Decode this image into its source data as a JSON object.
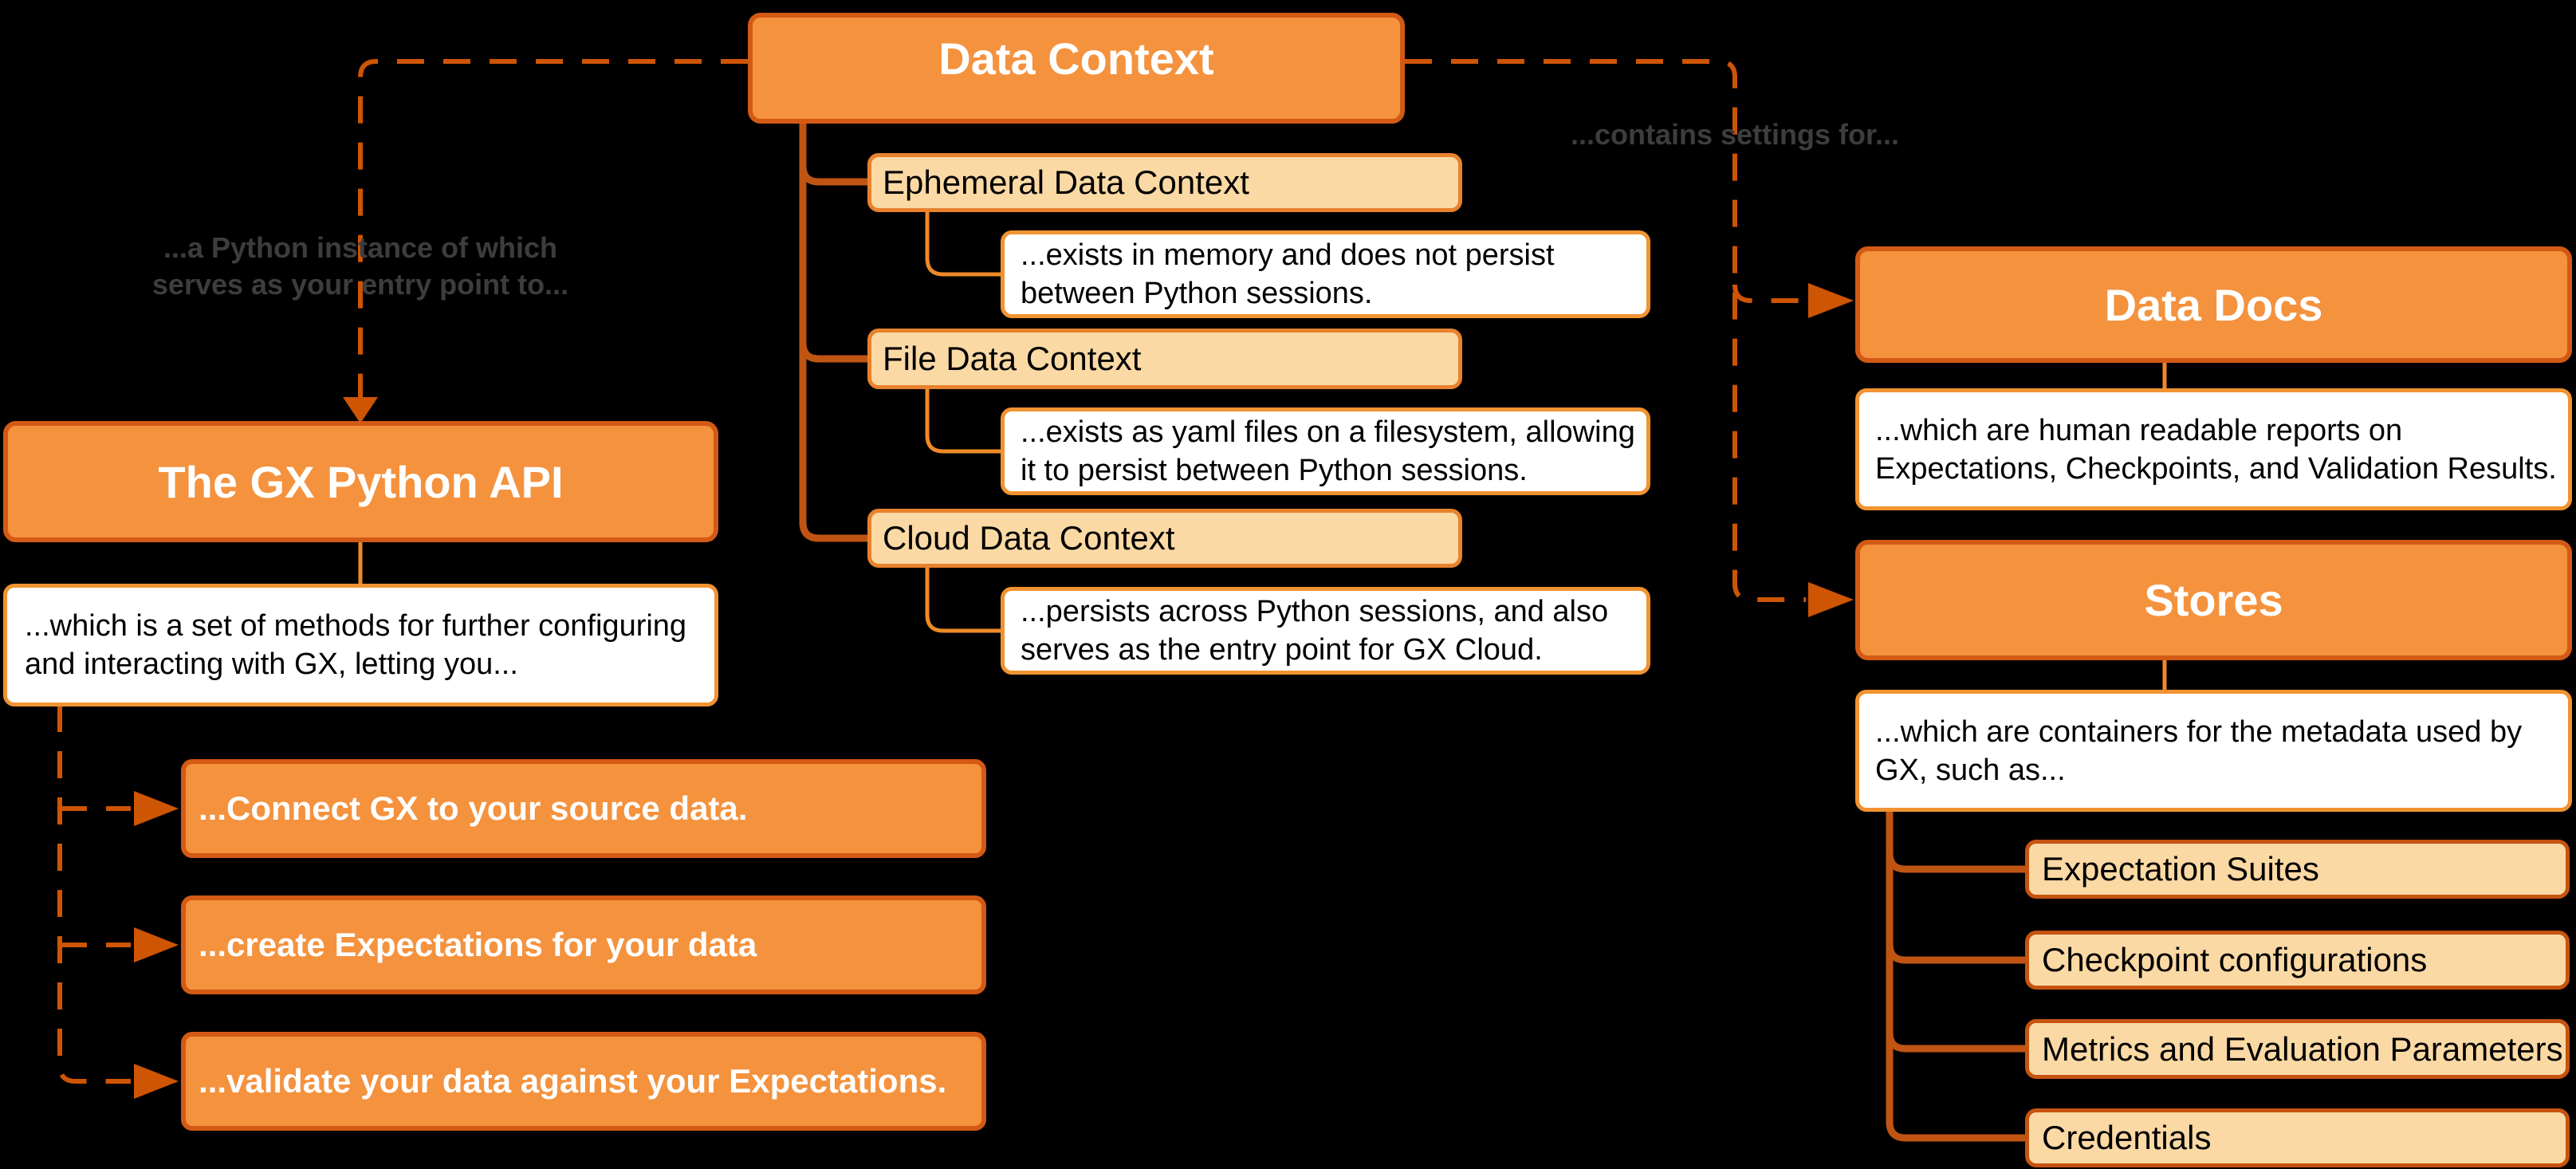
{
  "nodes": {
    "data_context": {
      "title": "Data Context"
    },
    "gx_api": {
      "title": "The GX Python API",
      "desc_lines": [
        "...which is a set of methods for further configuring",
        "and interacting with GX, letting you..."
      ]
    },
    "actions": [
      "...Connect GX to your source data.",
      "...create Expectations for your data",
      "...validate your data against your Expectations."
    ],
    "contexts": [
      {
        "label": "Ephemeral Data Context",
        "desc_lines": [
          "...exists in memory and does not persist",
          "between Python sessions."
        ]
      },
      {
        "label": "File Data Context",
        "desc_lines": [
          "...exists as yaml files on a filesystem, allowing",
          "it to persist between Python sessions."
        ]
      },
      {
        "label": "Cloud Data Context",
        "desc_lines": [
          "...persists across Python sessions, and also",
          "serves as the entry point for GX Cloud."
        ]
      }
    ],
    "data_docs": {
      "title": "Data Docs",
      "desc_lines": [
        "...which are human readable reports on",
        "Expectations, Checkpoints, and Validation Results."
      ]
    },
    "stores": {
      "title": "Stores",
      "desc_lines": [
        "...which are containers for the metadata used by",
        "GX, such as..."
      ],
      "items": [
        "Expectation Suites",
        "Checkpoint configurations",
        "Metrics and Evaluation Parameters",
        "Credentials"
      ]
    }
  },
  "edge_labels": {
    "python_instance_lines": [
      "...a Python instance of which",
      "serves as your entry point to..."
    ],
    "contains_settings": "...contains settings for..."
  },
  "colors": {
    "c-bg": "#000000",
    "c-orange": "#F4923E",
    "c-orange-bd": "#D35A15",
    "c-light": "#FBD9A4",
    "c-light-bd": "#E8822D",
    "c-child-bd": "#C65310",
    "c-white": "#FFFFFF",
    "c-white-bd": "#F19331",
    "c-dash": "#CE5504",
    "c-dark": "#C05513",
    "c-bright": "#EE8A28",
    "c-gray": "#3D3D3D",
    "c-black": "#000000",
    "c-tw": "#FFFFFF"
  }
}
